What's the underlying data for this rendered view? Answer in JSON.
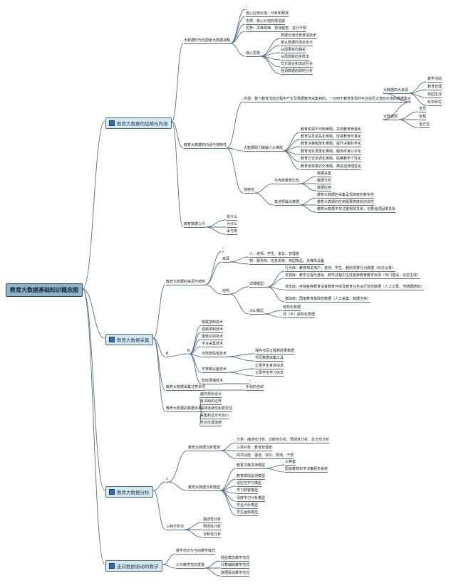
{
  "root": {
    "label": "教育大数据基础知识概念图"
  },
  "branches": [
    {
      "id": "b1",
      "label": "教育大数据的战略与内涵"
    },
    {
      "id": "b2",
      "label": "教育大数据采集"
    },
    {
      "id": "b3",
      "label": "教育大数据分析"
    },
    {
      "id": "b4",
      "label": "走向数据驱动的教学"
    }
  ],
  "nodes": {
    "n1": "大数据时代与国家大数据战略",
    "n1a": "‹",
    "n1b": "核心应用价值：分析和预测",
    "n1c": "本质：核心价值的再挖掘",
    "n1d": "优势：思维规律、预测趋势、进行干预",
    "n1e": "核心思想",
    "n1e1": "数据价值迁移普适技术",
    "n1e2": "承认数据的混杂多元",
    "n1e3": "从因果转向相关",
    "n1e4": "从局部转向全样本",
    "n1e5": "交叉融合和流动互补",
    "n1e6": "强调数据的即时分析",
    "n2": "教育大数据的内涵与独特性",
    "n2a": "内涵：整个教育活动过程中产生及根据教育采集到的，一切用于教育发现并可创造巨大潜在价值的数据集合",
    "n2a1": "大数据四大来源",
    "n2a1a": "教学活动",
    "n2a1b": "教育管理",
    "n2a1c": "校园生活",
    "n2a1d": "科学研究",
    "n2a2": "大数据观",
    "n2a2a": "全员",
    "n2a2b": "全程",
    "n2a2c": "全方位",
    "n2b": "大数据助力破解六大难题",
    "n2b1": "教育资源不均衡难题，实现教育普遍化",
    "n2b2": "教育信息孤岛化难题，促进教育可量化",
    "n2b3": "教育决策粗放化难题，提升决策科学化",
    "n2b4": "教育成长发展化难题，服务终身公平化",
    "n2b5": "教育方式单调化难题，助推教学个性化",
    "n2b6": "教育考核模式化难题，推进选择理性化",
    "n2c": "独特性",
    "n2c1": "与传统教育比较",
    "n2c1a": "数据采集",
    "n2c1b": "数据分析",
    "n2c1c": "数据应用",
    "n2c2": "其他领域大数据",
    "n2c2a": "教育大数据的采集呈现高度的复杂性",
    "n2c2b": "教育大数据的应用需要高度的创造性",
    "n2c2c": "教育大数据不仅注重相关关系，也要强调因果关系",
    "n3": "教育数据三问",
    "n3a": "有什么",
    "n3b": "为什么",
    "n3c": "采与用",
    "m1": "教育大数据的来源与结构",
    "m1a": "‹",
    "m1b": "来源",
    "m1b1": "人：老师、学生、家长、管理者",
    "m1b2": "物：服务商、信息系统、校园物品、多媒体设备",
    "m1c": "结构",
    "m1c1": "详细模型：",
    "m1c1a": "行为库：教育相关用户，老师、学生、教研员等行为数据（日志记录）",
    "m1c1b": "资源库：教学过程与建设、教学过程中生成各种教育教学资源（专门建设，动态生成）",
    "m1c1c": "状态库：存储各种教育设备教育环境及教育业务运行状态数据（人工记录、传感器感知）",
    "m1c1d": "基础库：国家教育基础性数据（人工采集、数据交换）",
    "m1c2": "冰山模型",
    "m1c2a": "结构化数据",
    "m1c2b": "非（半）结构化数据",
    "m2": "B",
    "m2a": "B",
    "m2a1": "物联感知技术",
    "m2a2": "视频录制技术",
    "m2a3": "图像识别技术",
    "m2a4": "平台采集技术",
    "m2a5": "点阵数码笔技术",
    "m2a5a": "保存书写过程和结果数据",
    "m2a5b": "书写数据采集工具",
    "m2a6": "可穿戴设备技术",
    "m2a6a": "记录学生身体信息",
    "m2a6b": "记录学生学习信息",
    "m2a7": "智能录播技术",
    "m2a7a": "‹",
    "m2b": "教育大数据采集注意事项",
    "m2b1": "手动的自动",
    "m3": "教育大数据的数据体系",
    "m3a": "面向规划设计",
    "m3b": "有清晰的边界",
    "m3c": "保持连续性和稳定性",
    "m3d": "采集和显示可容小",
    "m3e": "符合伦理道德",
    "p1": "c",
    "p1a": "教育大数据分析框架",
    "p1a1": "分类：描述性分析、诊断性分析、预测性分析、处方性分析",
    "p1a2": "三类对象：教育管理者",
    "p1a3": "四项功能：描述、评价、预测、干预",
    "p1b": "教育大数据分析模型",
    "p1b1": "教育决策支持模型",
    "p1b1a": "三种套",
    "p1b1b": "国家教育科学决策服务系统",
    "p1b2": "教育舆情监测模型",
    "p1b3": "适应性学习模型",
    "p1b4": "学习预警模型",
    "p1b5": "深度学习分析模型",
    "p1b6": "学业评价模型",
    "p1b7": "学生画像模型",
    "p2": "三种分析法",
    "p2a": "描述性分析",
    "p2b": "预测性分析",
    "p2c": "诊断性分析",
    "q1": "教学范式与当前教学模式",
    "q2": "三代教学范式发展",
    "q2a": "经验模仿教学范式",
    "q2b": "计算辅助教学范式",
    "q2c": "数据驱动教学范式"
  }
}
